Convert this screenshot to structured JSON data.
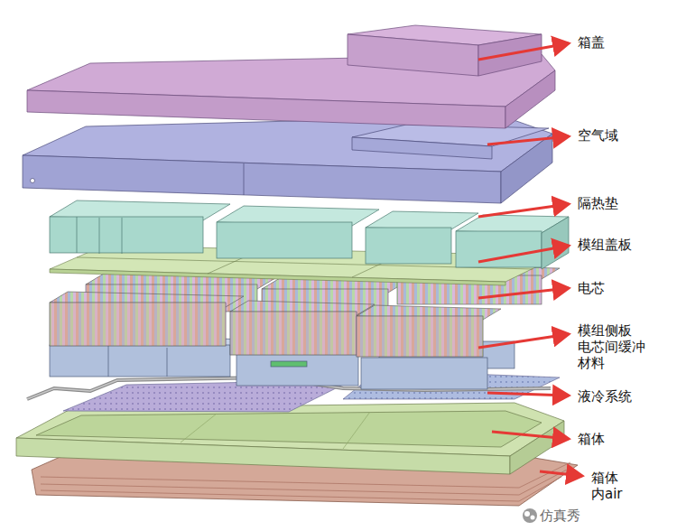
{
  "diagram": {
    "labels": [
      "箱盖",
      "空气域",
      "隔热垫",
      "模组盖板",
      "电芯",
      "模组侧板 电芯间缓冲 材料",
      "液冷系统",
      "箱体",
      "箱体 内air",
      "仿真秀"
    ]
  }
}
